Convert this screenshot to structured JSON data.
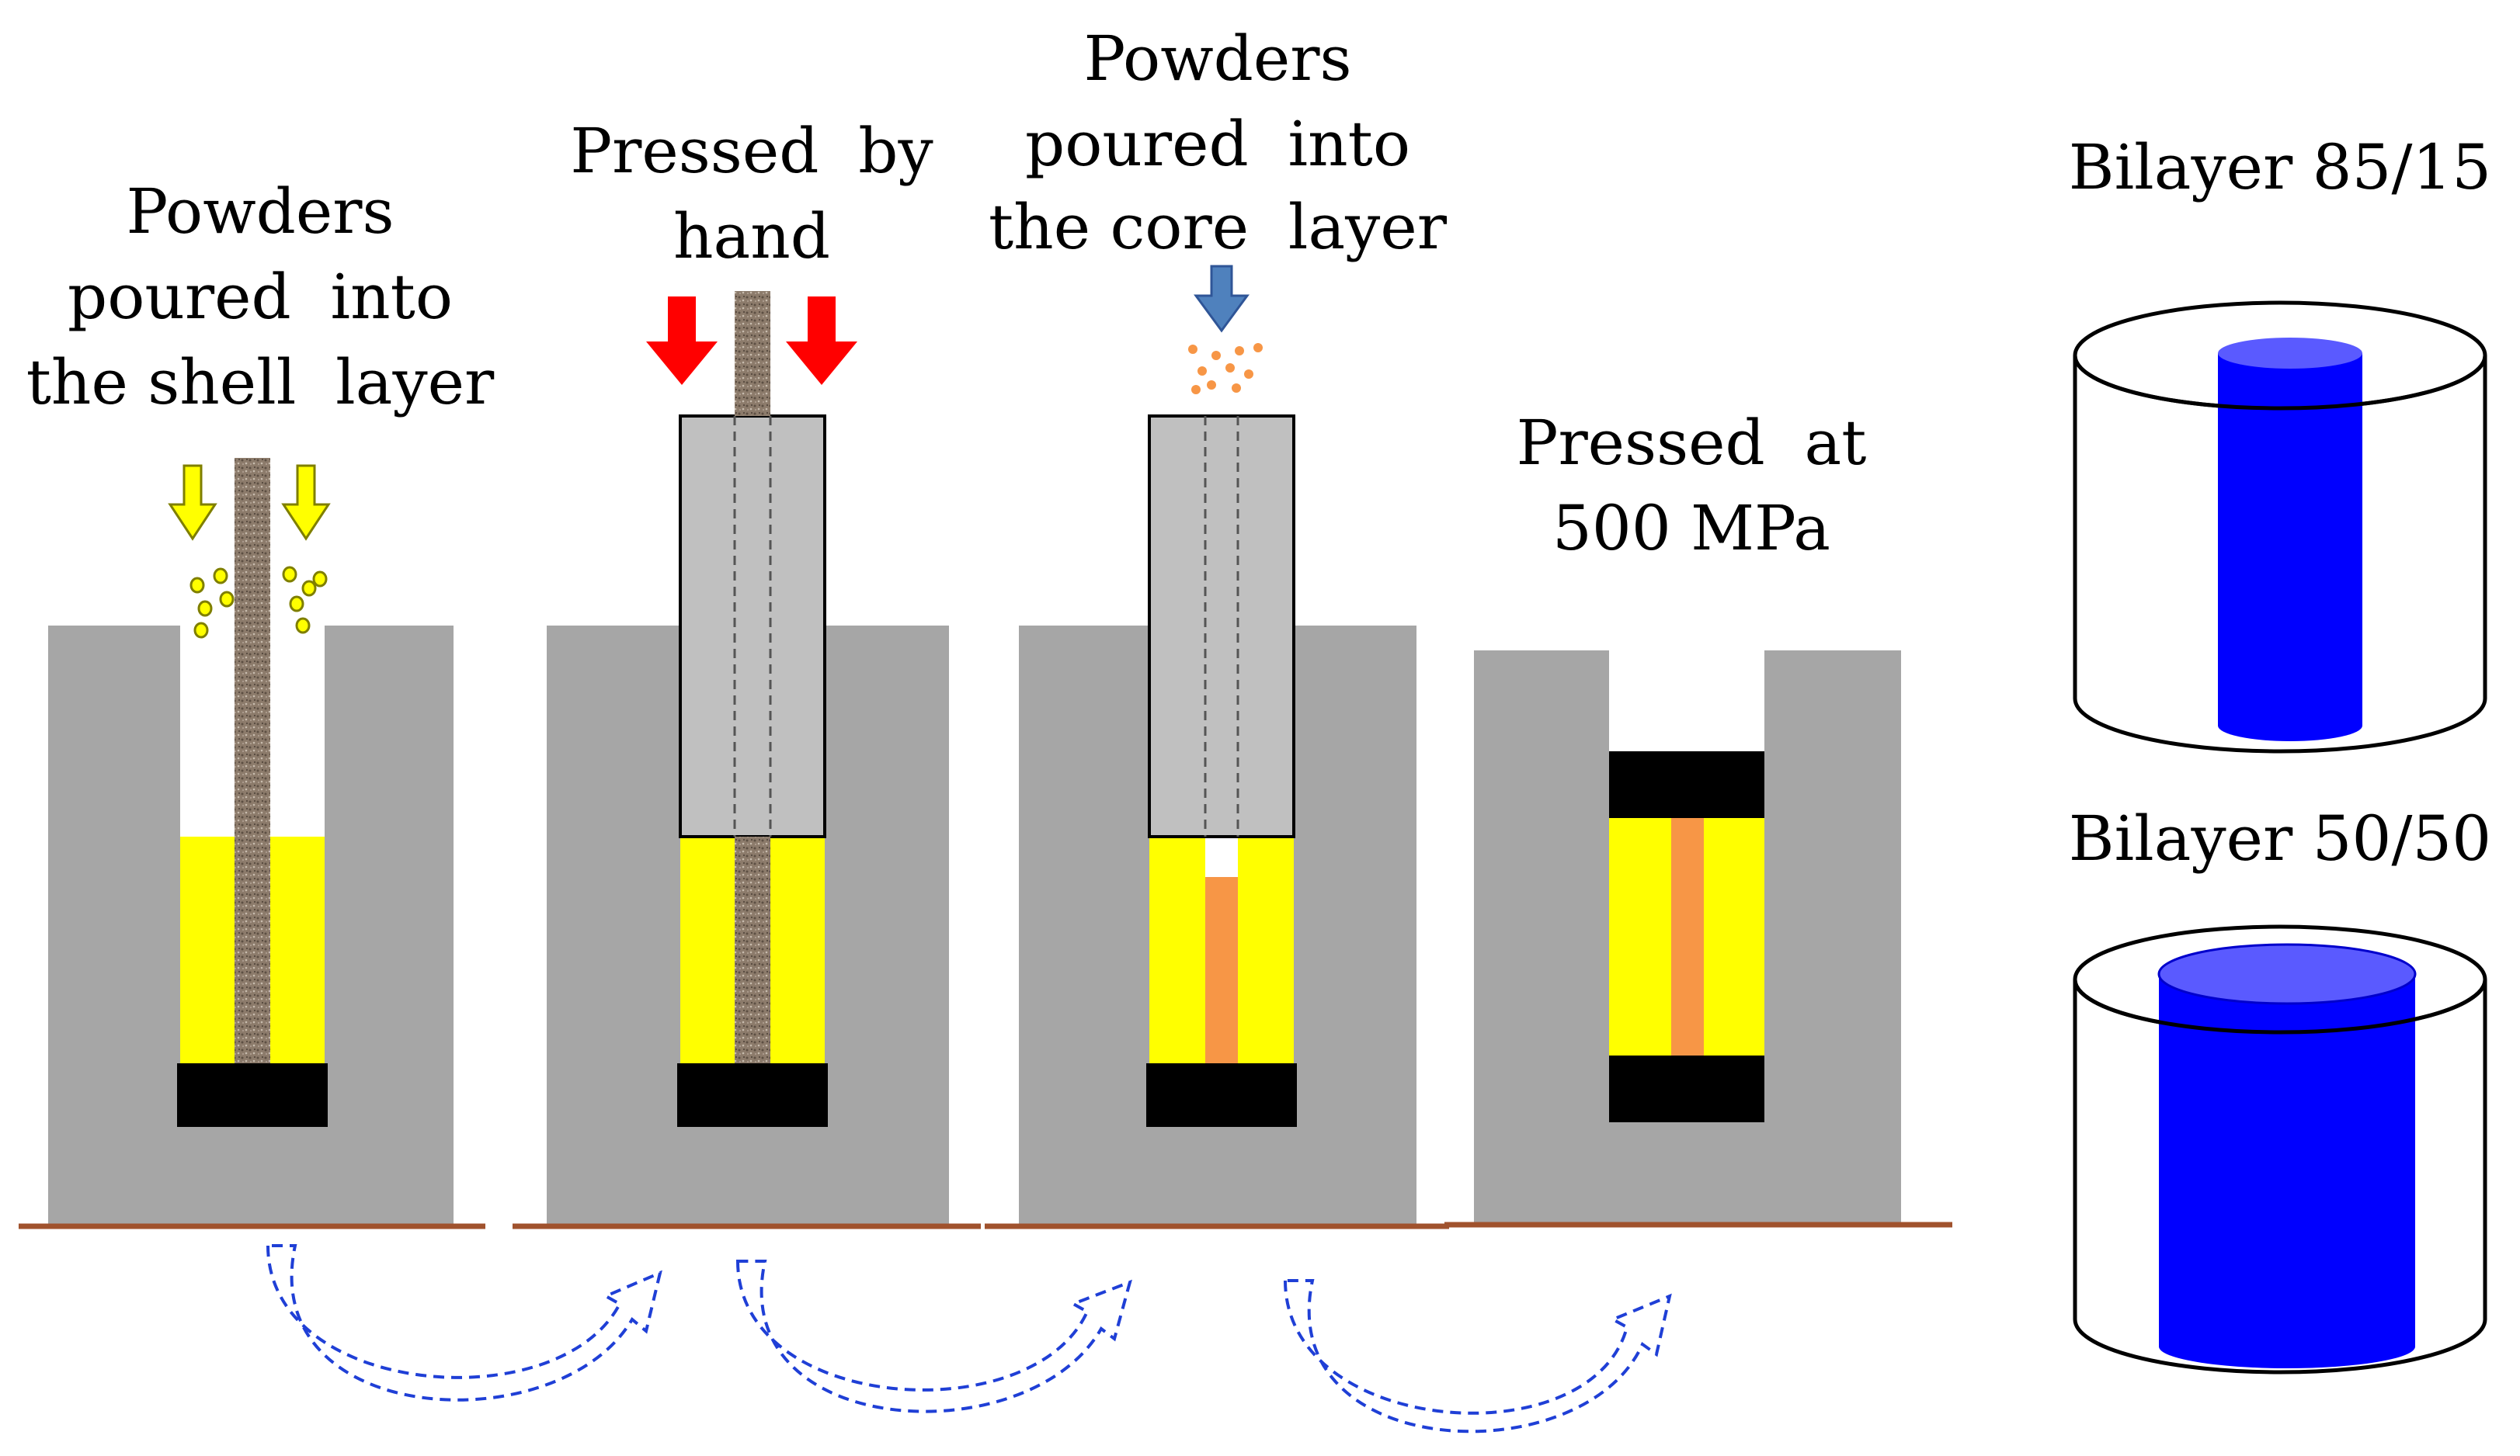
{
  "steps": [
    {
      "label_lines": [
        "Powders",
        "poured  into",
        "the shell  layer"
      ]
    },
    {
      "label_lines": [
        "Pressed  by",
        "hand"
      ]
    },
    {
      "label_lines": [
        "Powders",
        "poured  into",
        "the core  layer"
      ]
    },
    {
      "label_lines": [
        "Pressed  at",
        "500 MPa"
      ]
    }
  ],
  "results": [
    {
      "label": "Bilayer 85/15"
    },
    {
      "label": "Bilayer 50/50"
    }
  ],
  "colors": {
    "die": "#a6a6a6",
    "punch": "#c0c0c0",
    "shell_powder": "#ffff00",
    "core_powder": "#f79646",
    "rod": "#8c7b6b",
    "plug": "#000000",
    "base_line": "#a0522d",
    "red_arrow": "#ff0000",
    "yellow_arrow": "#ffff00",
    "blue_arrow": "#4f81bd",
    "flow_arrow": "#1f3fd6",
    "core_cylinder": "#0000ff",
    "core_cylinder_top": "#5a5aff"
  }
}
